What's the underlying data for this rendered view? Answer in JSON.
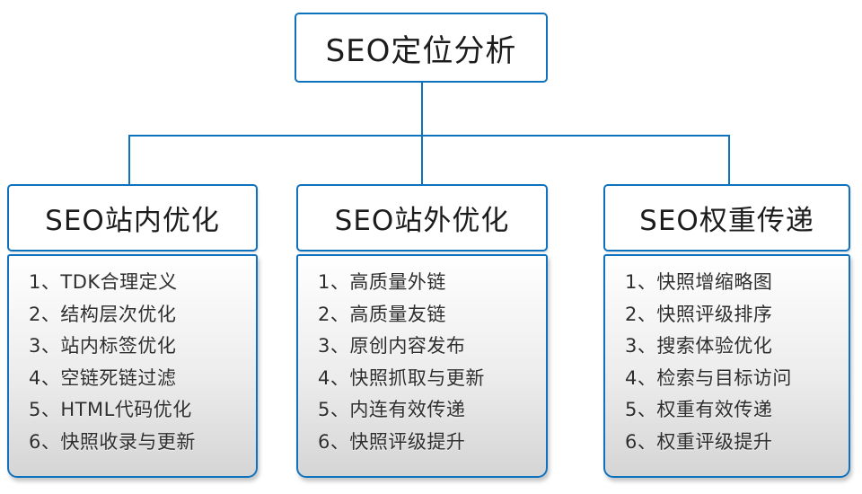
{
  "root": {
    "title": "SEO定位分析"
  },
  "columns": [
    {
      "title": "SEO站内优化",
      "items": [
        "1、TDK合理定义",
        "2、结构层次优化",
        "3、站内标签优化",
        "4、空链死链过滤",
        "5、HTML代码优化",
        "6、快照收录与更新"
      ]
    },
    {
      "title": "SEO站外优化",
      "items": [
        "1、高质量外链",
        "2、高质量友链",
        "3、原创内容发布",
        "4、快照抓取与更新",
        "5、内连有效传递",
        "6、快照评级提升"
      ]
    },
    {
      "title": "SEO权重传递",
      "items": [
        "1、快照增缩略图",
        "2、快照评级排序",
        "3、搜索体验优化",
        "4、检索与目标访问",
        "5、权重有效传递",
        "6、权重评级提升"
      ]
    }
  ],
  "colors": {
    "accent_blue": "#0e72bf",
    "panel_gradient_top": "#ffffff",
    "panel_gradient_bottom": "#d5d5d5"
  }
}
